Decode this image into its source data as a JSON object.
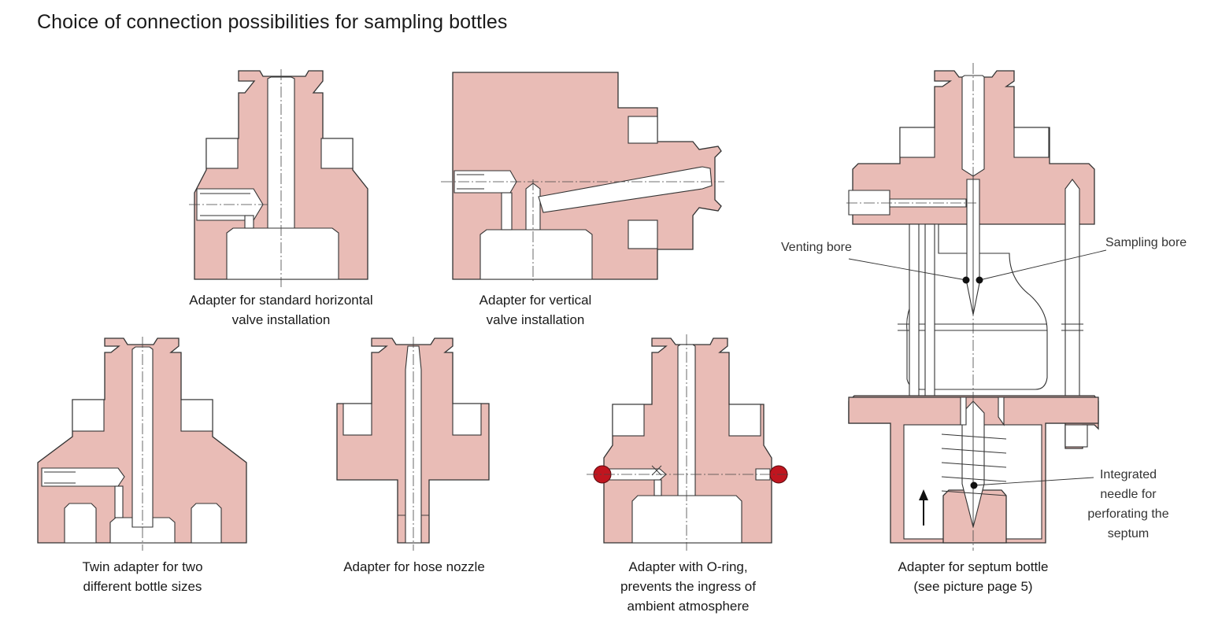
{
  "title": "Choice of connection possibilities for sampling bottles",
  "colors": {
    "body_fill": "#e9bcb6",
    "outline": "#333333",
    "oring": "#c0151f",
    "bore_fill": "#ffffff"
  },
  "captions": {
    "horizontal": [
      "Adapter for standard horizontal",
      "valve installation"
    ],
    "vertical": [
      "Adapter for vertical",
      "valve installation"
    ],
    "twin": [
      "Twin adapter for two",
      "different bottle sizes"
    ],
    "hose": [
      "Adapter for hose nozzle"
    ],
    "oring": [
      "Adapter with O-ring,",
      "prevents the ingress of",
      "ambient atmosphere"
    ],
    "septum": [
      "Adapter for septum bottle",
      "(see picture page 5)"
    ]
  },
  "callouts": {
    "venting_bore": "Venting bore",
    "sampling_bore": "Sampling bore",
    "needle": [
      "Integrated",
      "needle for",
      "perforating the",
      "septum"
    ]
  }
}
